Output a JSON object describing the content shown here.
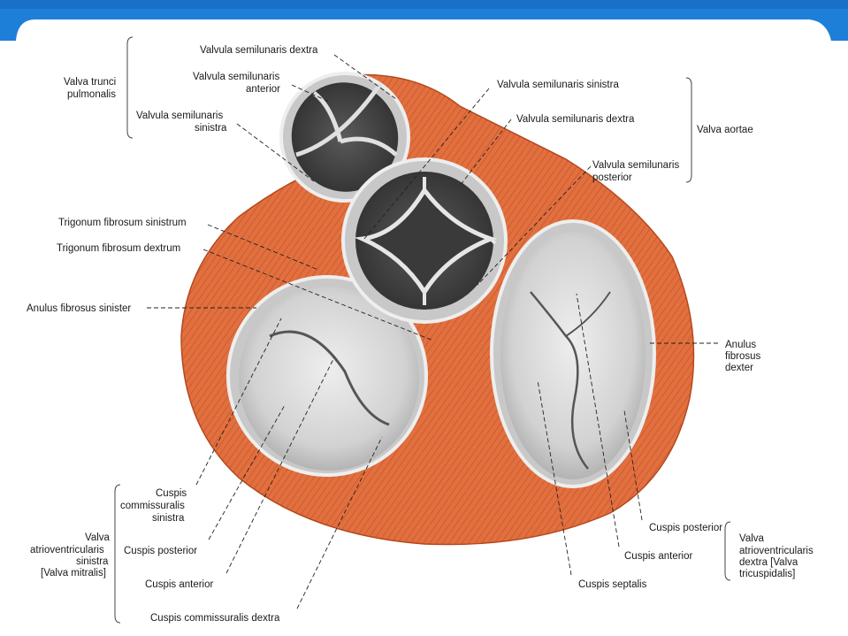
{
  "colors": {
    "frame_blue": "#1e88e5",
    "frame_light": "#64b5f6",
    "muscle": "#e06a3a",
    "muscle_dark": "#b8441c",
    "valve_tissue": "#d9d9d9",
    "valve_shadow": "#4a4a4a"
  },
  "labels": {
    "valva_trunci_pulmonalis_1": "Valva trunci",
    "valva_trunci_pulmonalis_2": "pulmonalis",
    "valvula_semilunaris_dextra_top": "Valvula semilunaris dextra",
    "valvula_semilunaris_anterior_1": "Valvula semilunaris",
    "valvula_semilunaris_anterior_2": "anterior",
    "valvula_semilunaris_sinistra_left_1": "Valvula semilunaris",
    "valvula_semilunaris_sinistra_left_2": "sinistra",
    "valvula_semilunaris_sinistra_right": "Valvula semilunaris sinistra",
    "valvula_semilunaris_dextra_right": "Valvula semilunaris dextra",
    "valva_aortae": "Valva aortae",
    "valvula_semilunaris_posterior_1": "Valvula semilunaris",
    "valvula_semilunaris_posterior_2": "posterior",
    "trigonum_fibrosum_sinistrum": "Trigonum fibrosum sinistrum",
    "trigonum_fibrosum_dextrum": "Trigonum fibrosum dextrum",
    "anulus_fibrosus_sinister": "Anulus fibrosus sinister",
    "anulus_fibrosus_dexter_1": "Anulus",
    "anulus_fibrosus_dexter_2": "fibrosus",
    "anulus_fibrosus_dexter_3": "dexter",
    "cuspis_commissuralis_sinistra_1": "Cuspis",
    "cuspis_commissuralis_sinistra_2": "commissuralis",
    "cuspis_commissuralis_sinistra_3": "sinistra",
    "valva_mitralis_1": "Valva",
    "valva_mitralis_2": "atrioventricularis",
    "valva_mitralis_3": "sinistra",
    "valva_mitralis_4": "[Valva mitralis]",
    "cuspis_posterior_left": "Cuspis posterior",
    "cuspis_anterior_left": "Cuspis anterior",
    "cuspis_commissuralis_dextra": "Cuspis commissuralis dextra",
    "cuspis_septalis": "Cuspis septalis",
    "cuspis_anterior_right": "Cuspis anterior",
    "cuspis_posterior_right": "Cuspis posterior",
    "valva_tricuspidalis_1": "Valva",
    "valva_tricuspidalis_2": "atrioventricularis",
    "valva_tricuspidalis_3": "dextra [Valva",
    "valva_tricuspidalis_4": "tricuspidalis]"
  }
}
